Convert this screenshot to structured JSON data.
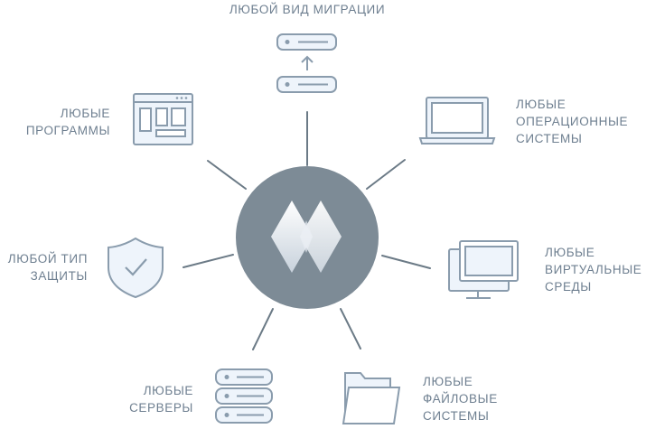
{
  "nodes": {
    "migration": [
      "ЛЮБОЙ ВИД МИГРАЦИИ"
    ],
    "programs": [
      "ЛЮБЫЕ",
      "ПРОГРАММЫ"
    ],
    "os": [
      "ЛЮБЫЕ",
      "ОПЕРАЦИОННЫЕ",
      "СИСТЕМЫ"
    ],
    "protection": [
      "ЛЮБОЙ ТИП",
      "ЗАЩИТЫ"
    ],
    "virtual": [
      "ЛЮБЫЕ",
      "ВИРТУАЛЬНЫЕ",
      "СРЕДЫ"
    ],
    "servers": [
      "ЛЮБЫЕ",
      "СЕРВЕРЫ"
    ],
    "filesystems": [
      "ЛЮБЫЕ",
      "ФАЙЛОВЫЕ",
      "СИСТЕМЫ"
    ]
  },
  "icons": {
    "migration": "server-migration-icon",
    "programs": "application-window-icon",
    "os": "laptop-icon",
    "protection": "shield-check-icon",
    "virtual": "dual-monitor-icon",
    "servers": "server-stack-icon",
    "filesystems": "folder-icon",
    "hub": "diamond-logo-icon"
  },
  "colors": {
    "hub": "#7d8b96",
    "icon_stroke": "#8a9cad",
    "icon_fill": "#eef4fb",
    "text": "#6e7f90",
    "connector": "#6b7a86"
  }
}
